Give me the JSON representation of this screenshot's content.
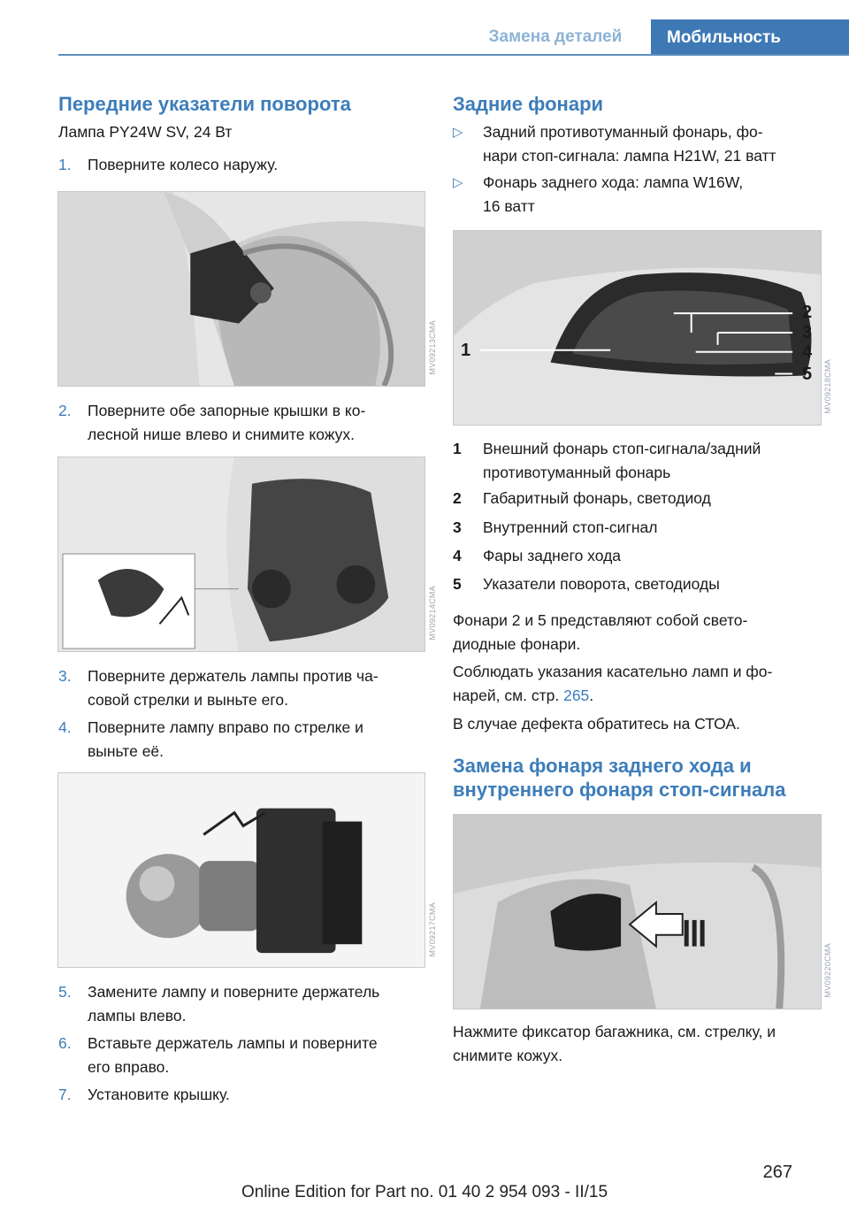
{
  "header": {
    "section": "Замена деталей",
    "chapter": "Мобильность"
  },
  "left": {
    "heading": "Передние указатели поворота",
    "lamp": "Лампа PY24W SV, 24 Вт",
    "steps": [
      {
        "n": "1.",
        "text": "Поверните колесо наружу."
      },
      {
        "n": "2.",
        "line1": "Поверните обе запорные крышки в ко‐",
        "line2": "лесной нише влево и снимите кожух."
      },
      {
        "n": "3.",
        "line1": "Поверните держатель лампы против ча‐",
        "line2": "совой стрелки и выньте его."
      },
      {
        "n": "4.",
        "line1": "Поверните лампу вправо по стрелке и",
        "line2": "выньте её."
      },
      {
        "n": "5.",
        "line1": "Замените лампу и поверните держатель",
        "line2": "лампы влево."
      },
      {
        "n": "6.",
        "line1": "Вставьте держатель лампы и поверните",
        "line2": "его вправо."
      },
      {
        "n": "7.",
        "text": "Установите крышку."
      }
    ],
    "image_codes": [
      "MV09213CMA",
      "MV09214CMA",
      "MV09217CMA"
    ]
  },
  "right": {
    "heading": "Задние фонари",
    "bullets": [
      {
        "line1": "Задний противотуманный фонарь, фо‐",
        "line2": "нари стоп-сигнала: лампа H21W, 21 ватт"
      },
      {
        "line1": "Фонарь заднего хода: лампа W16W,",
        "line2": "16 ватт"
      }
    ],
    "figure_labels": [
      "1",
      "2",
      "3",
      "4",
      "5"
    ],
    "legend": [
      {
        "n": "1",
        "line1": "Внешний фонарь стоп-сигнала/задний",
        "line2": "противотуманный фонарь"
      },
      {
        "n": "2",
        "text": "Габаритный фонарь, светодиод"
      },
      {
        "n": "3",
        "text": "Внутренний стоп-сигнал"
      },
      {
        "n": "4",
        "text": "Фары заднего хода"
      },
      {
        "n": "5",
        "text": "Указатели поворота, светодиоды"
      }
    ],
    "para1_line1": "Фонари 2 и 5 представляют собой свето‐",
    "para1_line2": "диодные фонари.",
    "para2_line1": "Соблюдать указания касательно ламп и фо‐",
    "para2_line2_prefix": "нарей, см. стр. ",
    "para2_link": "265",
    "para2_suffix": ".",
    "para3": "В случае дефекта обратитесь на СТОА.",
    "heading2_line1": "Замена фонаря заднего хода и",
    "heading2_line2": "внутреннего фонаря стоп-сигнала",
    "caption_line1": "Нажмите фиксатор багажника, см. стрелку, и",
    "caption_line2": "снимите кожух.",
    "image_codes": [
      "MV09218CMA",
      "MV09220CMA"
    ]
  },
  "footer": {
    "page_number": "267",
    "edition": "Online Edition for Part no. 01 40 2 954 093 - II/15"
  }
}
